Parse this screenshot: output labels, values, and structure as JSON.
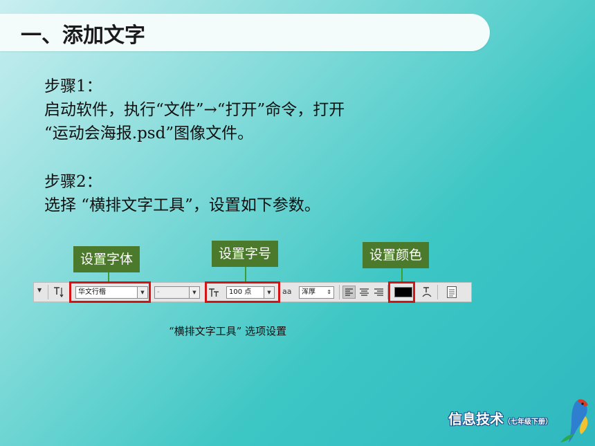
{
  "header": {
    "title": "一、添加文字"
  },
  "body": {
    "step1_label": "步骤1：",
    "step1_line1": "启动软件，执行“文件”→“打开”命令，打开",
    "step1_line2": "“运动会海报.psd”图像文件。",
    "step2_label": "步骤2：",
    "step2_line1": "选择 “横排文字工具”，设置如下参数。"
  },
  "labels": {
    "font": "设置字体",
    "size": "设置字号",
    "color": "设置颜色"
  },
  "toolbar": {
    "font_family": "华文行楷",
    "font_style": "-",
    "font_size": "100 点",
    "anti_alias_icon": "aa",
    "anti_alias": "浑厚",
    "text_color": "#000000"
  },
  "caption": "“横排文字工具” 选项设置",
  "logo": {
    "text": "信息技术",
    "sub": "（七年级下册）"
  },
  "colors": {
    "accent_green": "#4c7a2c",
    "highlight_red": "#d41414"
  }
}
